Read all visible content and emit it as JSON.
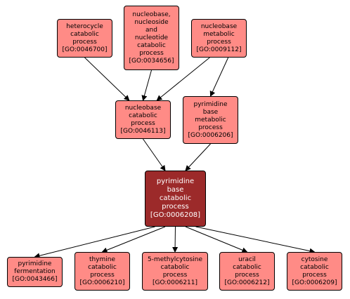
{
  "colors": {
    "node_fill": "#ff8b86",
    "focus_fill": "#9c2a2a",
    "edge": "#000000"
  },
  "nodes": {
    "n1": {
      "label": "heterocycle\ncatabolic\nprocess",
      "go": "[GO:0046700]"
    },
    "n2": {
      "label": "nucleobase,\nnucleoside\nand\nnucleotide\ncatabolic\nprocess",
      "go": "[GO:0034656]"
    },
    "n3": {
      "label": "nucleobase\nmetabolic\nprocess",
      "go": "[GO:0009112]"
    },
    "n4": {
      "label": "nucleobase\ncatabolic\nprocess",
      "go": "[GO:0046113]"
    },
    "n5": {
      "label": "pyrimidine\nbase\nmetabolic\nprocess",
      "go": "[GO:0006206]"
    },
    "n6": {
      "label": "pyrimidine\nbase\ncatabolic\nprocess",
      "go": "[GO:0006208]"
    },
    "n7": {
      "label": "pyrimidine\nfermentation",
      "go": "[GO:0043466]"
    },
    "n8": {
      "label": "thymine\ncatabolic\nprocess",
      "go": "[GO:0006210]"
    },
    "n9": {
      "label": "5-methylcytosine\ncatabolic\nprocess",
      "go": "[GO:0006211]"
    },
    "n10": {
      "label": "uracil\ncatabolic\nprocess",
      "go": "[GO:0006212]"
    },
    "n11": {
      "label": "cytosine\ncatabolic\nprocess",
      "go": "[GO:0006209]"
    }
  },
  "edges": [
    [
      "n1",
      "n4"
    ],
    [
      "n2",
      "n4"
    ],
    [
      "n3",
      "n4"
    ],
    [
      "n3",
      "n5"
    ],
    [
      "n4",
      "n6"
    ],
    [
      "n5",
      "n6"
    ],
    [
      "n6",
      "n7"
    ],
    [
      "n6",
      "n8"
    ],
    [
      "n6",
      "n9"
    ],
    [
      "n6",
      "n10"
    ],
    [
      "n6",
      "n11"
    ]
  ]
}
